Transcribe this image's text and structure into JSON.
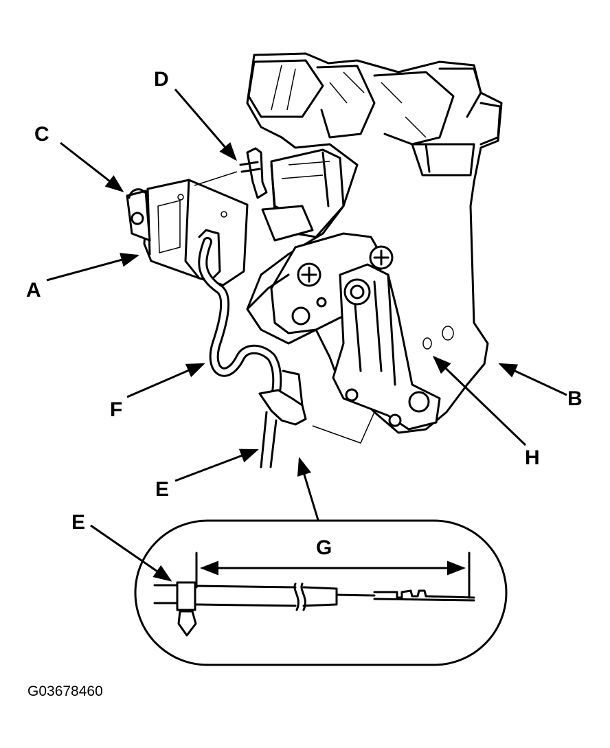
{
  "callouts": {
    "a": "A",
    "b": "B",
    "c": "C",
    "d": "D",
    "e": "E",
    "e_detail": "E",
    "f": "F",
    "g": "G",
    "h": "H"
  },
  "figure_id": "G03678460"
}
